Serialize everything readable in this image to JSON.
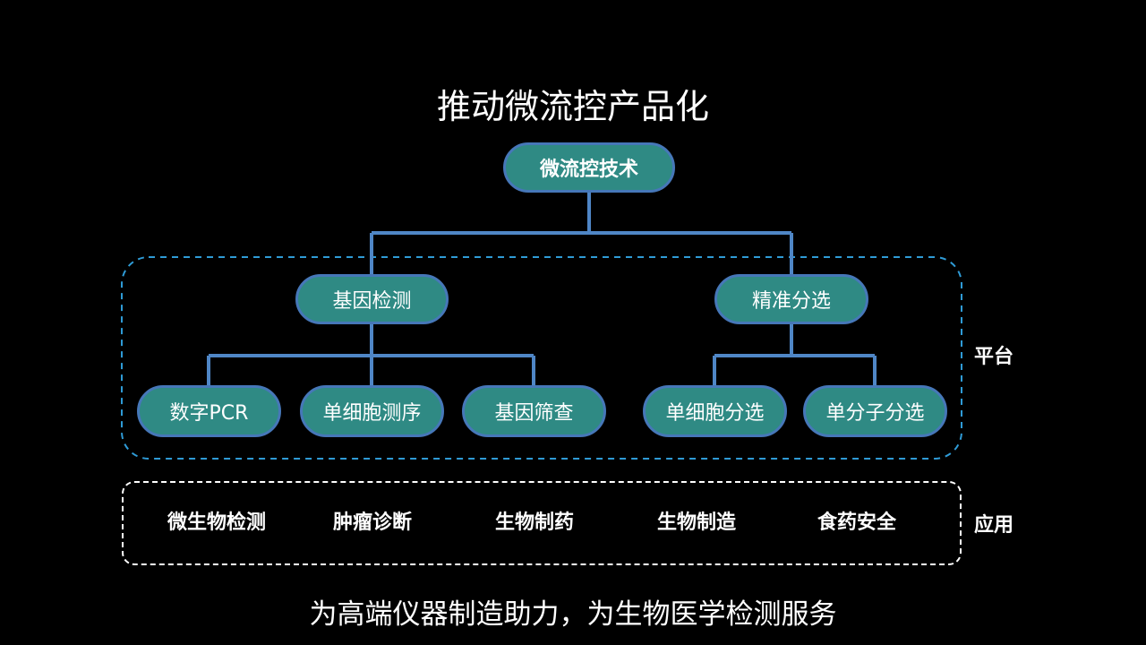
{
  "title": "推动微流控产品化",
  "root": {
    "label": "微流控技术"
  },
  "platforms": [
    {
      "label": "基因检测",
      "children": [
        "数字PCR",
        "单细胞测序",
        "基因筛查"
      ]
    },
    {
      "label": "精准分选",
      "children": [
        "单细胞分选",
        "单分子分选"
      ]
    }
  ],
  "platform_label": "平台",
  "applications": [
    "微生物检测",
    "肿瘤诊断",
    "生物制药",
    "生物制造",
    "食药安全"
  ],
  "application_label": "应用",
  "footer": "为高端仪器制造助力，为生物医学检测服务",
  "colors": {
    "node_fill": "#2f8a84",
    "node_border": "#4677b8",
    "connector": "#4f86c6",
    "platform_dash": "#2f9bd6",
    "background": "#000000"
  }
}
